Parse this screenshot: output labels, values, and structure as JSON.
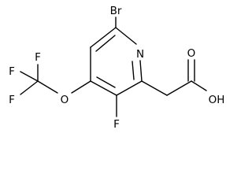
{
  "molecule": {
    "atoms": {
      "br": "Br",
      "n": "N",
      "o_carbonyl": "O",
      "oh": "OH",
      "o_ether": "O",
      "f_ring": "F",
      "f_cf3_top": "F",
      "f_cf3_left_top": "F",
      "f_cf3_left_bottom": "F"
    }
  }
}
